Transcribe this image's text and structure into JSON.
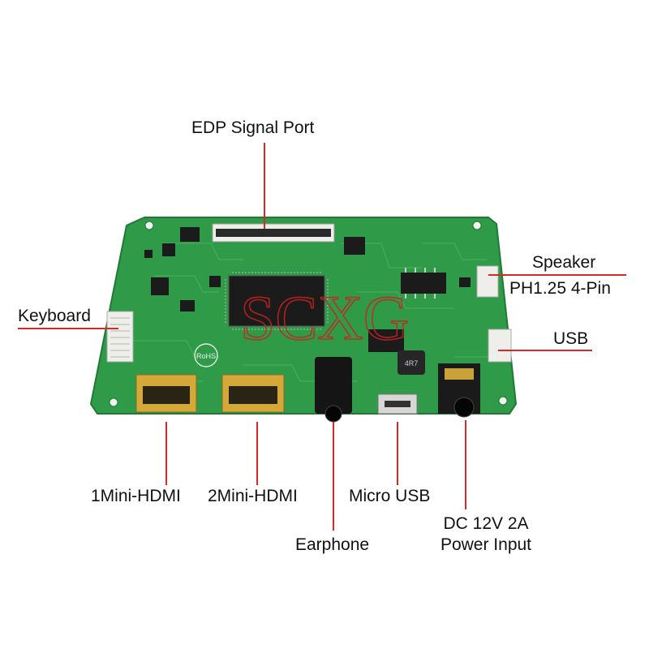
{
  "labels": {
    "edp": "EDP Signal Port",
    "speaker_1": "Speaker",
    "speaker_2": "PH1.25 4-Pin",
    "keyboard": "Keyboard",
    "usb": "USB",
    "hdmi1": "1Mini-HDMI",
    "hdmi2": "2Mini-HDMI",
    "micro_usb": "Micro USB",
    "earphone": "Earphone",
    "dc_1": "DC 12V 2A",
    "dc_2": "Power Input"
  },
  "board": {
    "watermark": "SCXG",
    "rohs": "RoHS",
    "inductor_mark": "4R7"
  },
  "colors": {
    "pcb": "#2f9a48",
    "pcb_edge": "#1f7a35",
    "leader_line": "#d42a2a",
    "gold": "#d4a93a",
    "chip": "#1b1b1b",
    "connector": "#eeeeea",
    "watermark": "#cc2222"
  }
}
